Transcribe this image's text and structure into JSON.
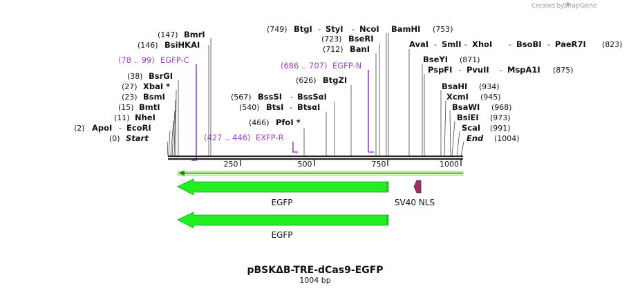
{
  "credit": {
    "prefix": "Created by",
    "brand": "SnapGene"
  },
  "title": "pBSKΔB-TRE-dCas9-EGFP",
  "subtitle": "1004 bp",
  "ruler": {
    "ticks": [
      "250",
      "500",
      "750",
      "1000"
    ]
  },
  "sites": {
    "start": {
      "pos": "(0)",
      "name": "Start"
    },
    "apoi": {
      "pos": "(2)",
      "name": "ApoI",
      "alt": "EcoRI"
    },
    "nhei": {
      "pos": "(11)",
      "name": "NheI"
    },
    "bmti": {
      "pos": "(15)",
      "name": "BmtI"
    },
    "bsmi": {
      "pos": "(23)",
      "name": "BsmI"
    },
    "xbai": {
      "pos": "(27)",
      "name": "XbaI *"
    },
    "bsrgi": {
      "pos": "(38)",
      "name": "BsrGI"
    },
    "bsihkai": {
      "pos": "(146)",
      "name": "BsiHKAI"
    },
    "bmri": {
      "pos": "(147)",
      "name": "BmrI"
    },
    "pfoi": {
      "pos": "(466)",
      "name": "PfoI *"
    },
    "btsi": {
      "pos": "(540)",
      "name": "BtsI",
      "alt": "BtsαI"
    },
    "bsssi": {
      "pos": "(567)",
      "name": "BssSI",
      "alt": "BssSαI"
    },
    "btgzi": {
      "pos": "(626)",
      "name": "BtgZI"
    },
    "bani": {
      "pos": "(712)",
      "name": "BanI"
    },
    "bseri": {
      "pos": "(723)",
      "name": "BseRI"
    },
    "btgi": {
      "pos": "(749)",
      "name": "BtgI",
      "alt1": "StyI",
      "alt2": "NcoI"
    },
    "bamhi": {
      "name": "BamHI",
      "pos": "(753)"
    },
    "avai": {
      "name": "AvaI",
      "alt1": "SmlI",
      "alt2": "XhoI",
      "alt3": "BsoBI",
      "alt4": "PaeR7I",
      "pos": "(823)"
    },
    "bseyi": {
      "name": "BseYI",
      "pos": "(871)"
    },
    "pspfi": {
      "name": "PspFI",
      "alt1": "PvuII",
      "alt2": "MspA1I",
      "pos": "(875)"
    },
    "bsahi": {
      "name": "BsaHI",
      "pos": "(934)"
    },
    "xcmi": {
      "name": "XcmI",
      "pos": "(945)"
    },
    "bsawi": {
      "name": "BsaWI",
      "pos": "(968)"
    },
    "bsiei": {
      "name": "BsiEI",
      "pos": "(973)"
    },
    "scai": {
      "name": "ScaI",
      "pos": "(991)"
    },
    "end": {
      "name": "End",
      "pos": "(1004)"
    }
  },
  "primers": {
    "egfp_c": {
      "range": "(78 .. 99)",
      "name": "EGFP-C"
    },
    "egfp_n": {
      "range": "(686 .. 707)",
      "name": "EGFP-N"
    },
    "exfp_r": {
      "range": "(427 .. 446)",
      "name": "EXFP-R"
    }
  },
  "features": {
    "egfp_1": {
      "label": "EGFP"
    },
    "sv40": {
      "label": "SV40 NLS"
    },
    "egfp_2": {
      "label": "EGFP"
    }
  },
  "colors": {
    "feature_green": "#22ee22",
    "primer_purple": "#a040c8",
    "sv40_magenta": "#993366",
    "backbone": "#222222"
  }
}
